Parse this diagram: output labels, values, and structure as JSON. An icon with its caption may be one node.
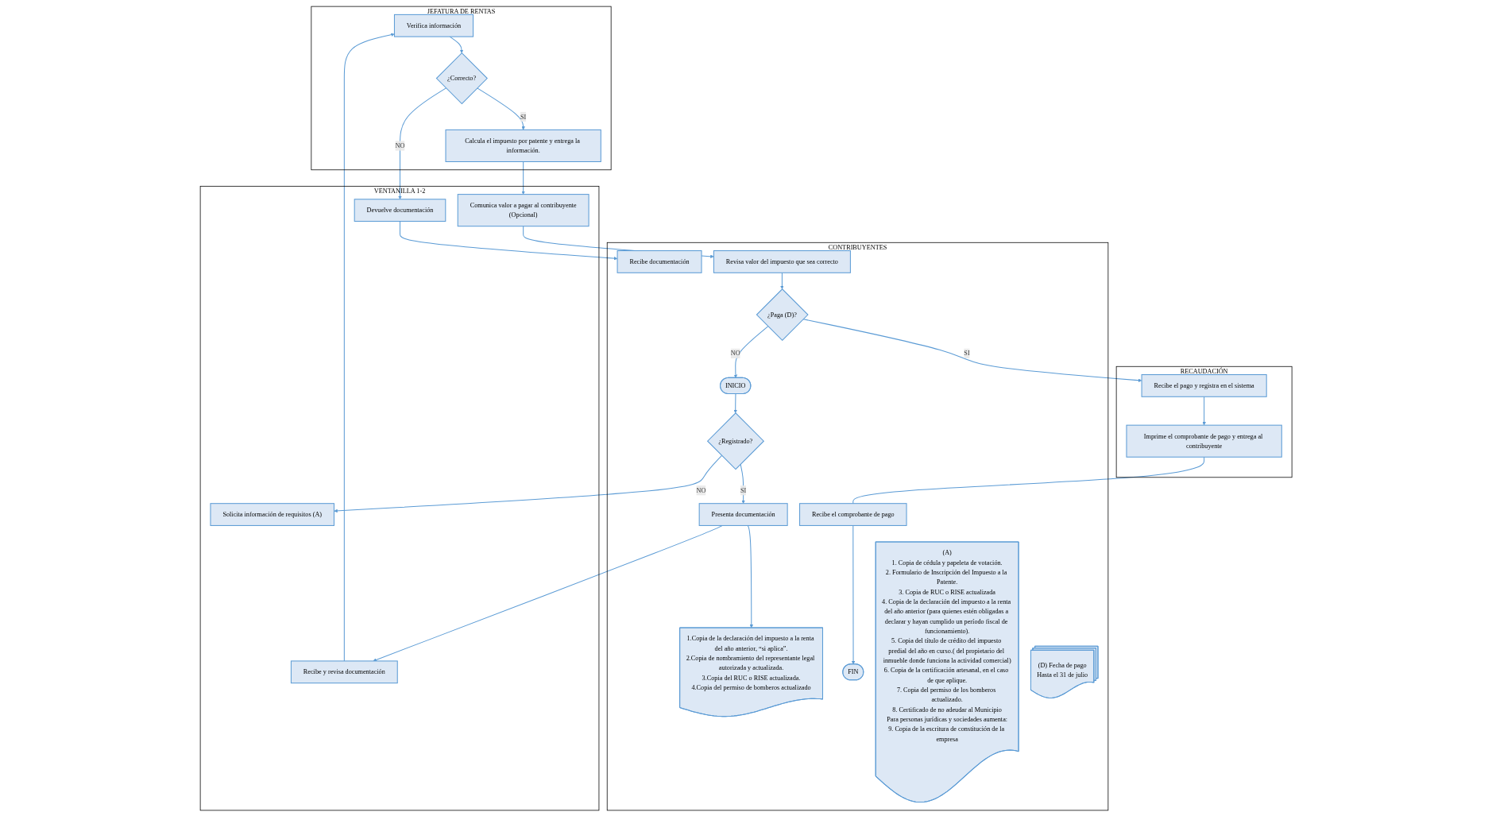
{
  "diagram": {
    "nodes": [
      {
        "text": [
          "JEFATURA DE RENTAS"
        ]
      },
      {
        "text": [
          "Verifica información"
        ],
        "in": 0
      },
      {
        "text": [
          "¿Correcto?"
        ],
        "in": 0
      },
      {
        "text": [
          "Calcula el impuesto por patente y entrega la información."
        ],
        "in": 0
      },
      {
        "text": [
          "VENTANILLA 1-2"
        ]
      },
      {
        "text": [
          "Solicita información de requisitos (A)"
        ],
        "in": 4
      },
      {
        "text": [
          "Recibe y revisa documentación"
        ],
        "in": 4
      },
      {
        "text": [
          "Devuelve documentación"
        ],
        "in": 4
      },
      {
        "text": [
          "Comunica valor a pagar al contribuyente",
          "(Opcional)"
        ],
        "in": 4
      },
      {
        "text": [
          "CONTRIBUYENTES"
        ]
      },
      {
        "text": [
          "INICIO"
        ],
        "in": 9
      },
      {
        "text": [
          "¿Registrado?"
        ],
        "in": 9
      },
      {
        "text": [
          "Presenta documentación"
        ],
        "in": 9
      },
      {
        "text": [
          "1.Copia de la declaración del impuesto a la renta del año anterior, “si aplica”.",
          "2.Copia de nombramiento del representante legal autorizada y actualizada.",
          "3.Copia del RUC o RISE actualizada.",
          "4.Copia del permiso de bomberos actualizado"
        ],
        "in": 9
      },
      {
        "text": [
          "Recibe documentación"
        ],
        "in": 9
      },
      {
        "text": [
          "Revisa valor del impuesto que sea correcto"
        ],
        "in": 9
      },
      {
        "text": [
          "¿Paga (D)?"
        ],
        "in": 9
      },
      {
        "text": [
          "Recibe el comprobante de pago"
        ],
        "in": 9
      },
      {
        "text": [
          "FIN"
        ],
        "in": 9
      },
      {
        "text": [
          "(A)",
          "1. Copia de cédula y papeleta de votación.",
          "2. Formulario de Inscripción del Impuesto a la Patente.",
          "3. Copia de RUC o RISE actualizada",
          "4. Copia de la declaración del impuesto a la renta del año anterior (para quienes estén obligadas a declarar y hayan cumplido un período fiscal de funcionamiento).",
          "5. Copia del título de crédito del impuesto predial del año en curso.( del propietario del inmueble donde funciona la actividad comercial)",
          "6. Copia de la certificación artesanal, en el caso de que aplique.",
          "7. Copia del permiso de los bomberos actualizado.",
          "8. Certificado de no adeudar al Municipio",
          "Para personas jurídicas y sociedades aumenta:",
          "9. Copia de la escritura de constitución de la empresa"
        ],
        "in": 9
      },
      {
        "text": [
          "(D) Fecha de pago",
          "Hasta el 31 de julio"
        ],
        "in": 9
      },
      {
        "text": [
          "RECAUDACIÓN"
        ]
      },
      {
        "text": [
          "Recibe el pago y registra en el sistema"
        ],
        "in": 21
      },
      {
        "text": [
          "Imprime el comprobante de pago y entrega al contribuyente"
        ],
        "in": 21
      }
    ],
    "edges": [
      {
        "from": 10,
        "to": 11,
        "arrow": "to"
      },
      {
        "from": 11,
        "to": 5,
        "label": "NO",
        "arrow": "to"
      },
      {
        "from": 11,
        "to": 12,
        "label": "SI",
        "arrow": "to"
      },
      {
        "from": 12,
        "to": 6,
        "arrow": "to"
      },
      {
        "from": 12,
        "to": 13,
        "arrow": "to"
      },
      {
        "from": 6,
        "to": 1,
        "arrow": "to"
      },
      {
        "from": 1,
        "to": 2,
        "arrow": "to"
      },
      {
        "from": 2,
        "to": 3,
        "label": "SI",
        "arrow": "to"
      },
      {
        "from": 2,
        "to": 7,
        "label": "NO",
        "arrow": "to"
      },
      {
        "from": 7,
        "to": 14,
        "arrow": "to"
      },
      {
        "from": 3,
        "to": 8,
        "arrow": "to"
      },
      {
        "from": 8,
        "to": 15,
        "arrow": "to"
      },
      {
        "from": 15,
        "to": 16,
        "arrow": "to"
      },
      {
        "from": 16,
        "to": 10,
        "label": "NO",
        "arrow": "to"
      },
      {
        "from": 16,
        "to": 22,
        "label": "SI",
        "arrow": "to"
      },
      {
        "from": 22,
        "to": 23,
        "arrow": "to"
      },
      {
        "from": 23,
        "to": 17,
        "arrow": "none"
      },
      {
        "from": 17,
        "to": 18,
        "arrow": "to"
      }
    ]
  }
}
